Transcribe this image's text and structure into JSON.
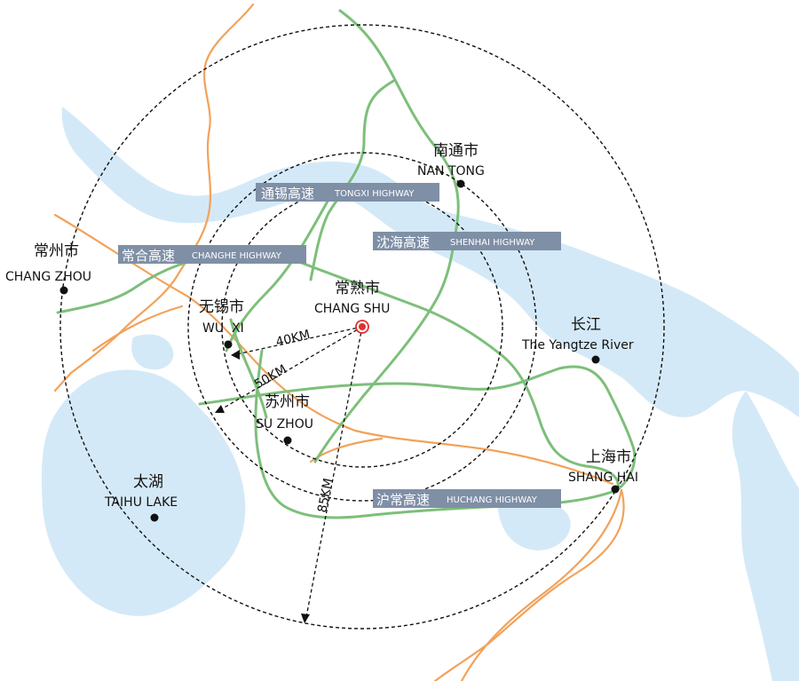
{
  "cities": {
    "nantong": {
      "cn": "南通市",
      "en": "NAN TONG"
    },
    "changzhou": {
      "cn": "常州市",
      "en": "CHANG ZHOU"
    },
    "changshu": {
      "cn": "常熟市",
      "en": "CHANG SHU"
    },
    "wuxi": {
      "cn": "无锡市",
      "en": "WU  XI"
    },
    "suzhou": {
      "cn": "苏州市",
      "en": "SU ZHOU"
    },
    "shanghai": {
      "cn": "上海市",
      "en": "SHANG HAI"
    },
    "taihu": {
      "cn": "太湖",
      "en": "TAIHU LAKE"
    },
    "yangtze": {
      "cn": "长江",
      "en": "The Yangtze River"
    }
  },
  "highways": {
    "tongxi": {
      "cn": "通锡高速",
      "en": "TONGXI HIGHWAY"
    },
    "changhe": {
      "cn": "常合高速",
      "en": "CHANGHE HIGHWAY"
    },
    "shenhai": {
      "cn": "沈海高速",
      "en": "SHENHAI HIGHWAY"
    },
    "huchang": {
      "cn": "沪常高速",
      "en": "HUCHANG HIGHWAY"
    }
  },
  "distances": {
    "r40": "40KM",
    "r50": "50KM",
    "r85": "85KM"
  },
  "colors": {
    "water": "#d4e9f7",
    "highway": "#7dbf7a",
    "railway": "#f2a25a",
    "label_box": "#7f8fa6",
    "center": "#e03030"
  }
}
